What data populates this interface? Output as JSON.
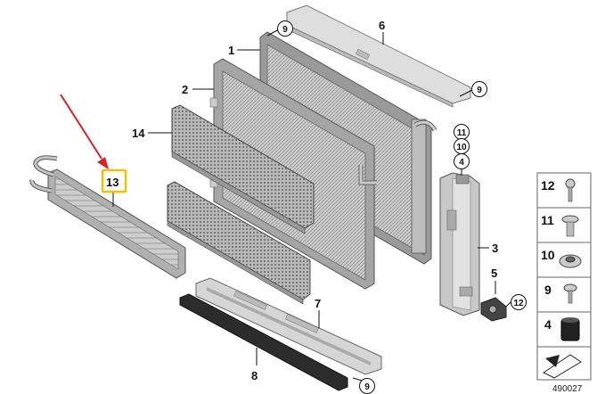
{
  "diagram_id": "490027",
  "highlight_color": "#f2c200",
  "arrow_color": "#e02020",
  "highlighted_part": "13",
  "labels": {
    "p1": "1",
    "p2": "2",
    "p3": "3",
    "p4": "4",
    "p5": "5",
    "p6": "6",
    "p7": "7",
    "p8": "8",
    "p9a": "9",
    "p9b": "9",
    "p9c": "9",
    "p10": "10",
    "p11": "11",
    "p12": "12",
    "p13": "13",
    "p14": "14"
  },
  "legend": [
    {
      "number": "12",
      "icon": "screw-icon"
    },
    {
      "number": "11",
      "icon": "expanding-rivet-icon"
    },
    {
      "number": "10",
      "icon": "grommet-icon"
    },
    {
      "number": "9",
      "icon": "torx-screw-icon"
    },
    {
      "number": "4",
      "icon": "rubber-mount-icon"
    },
    {
      "number": "",
      "icon": "reference-arrow-icon"
    }
  ]
}
